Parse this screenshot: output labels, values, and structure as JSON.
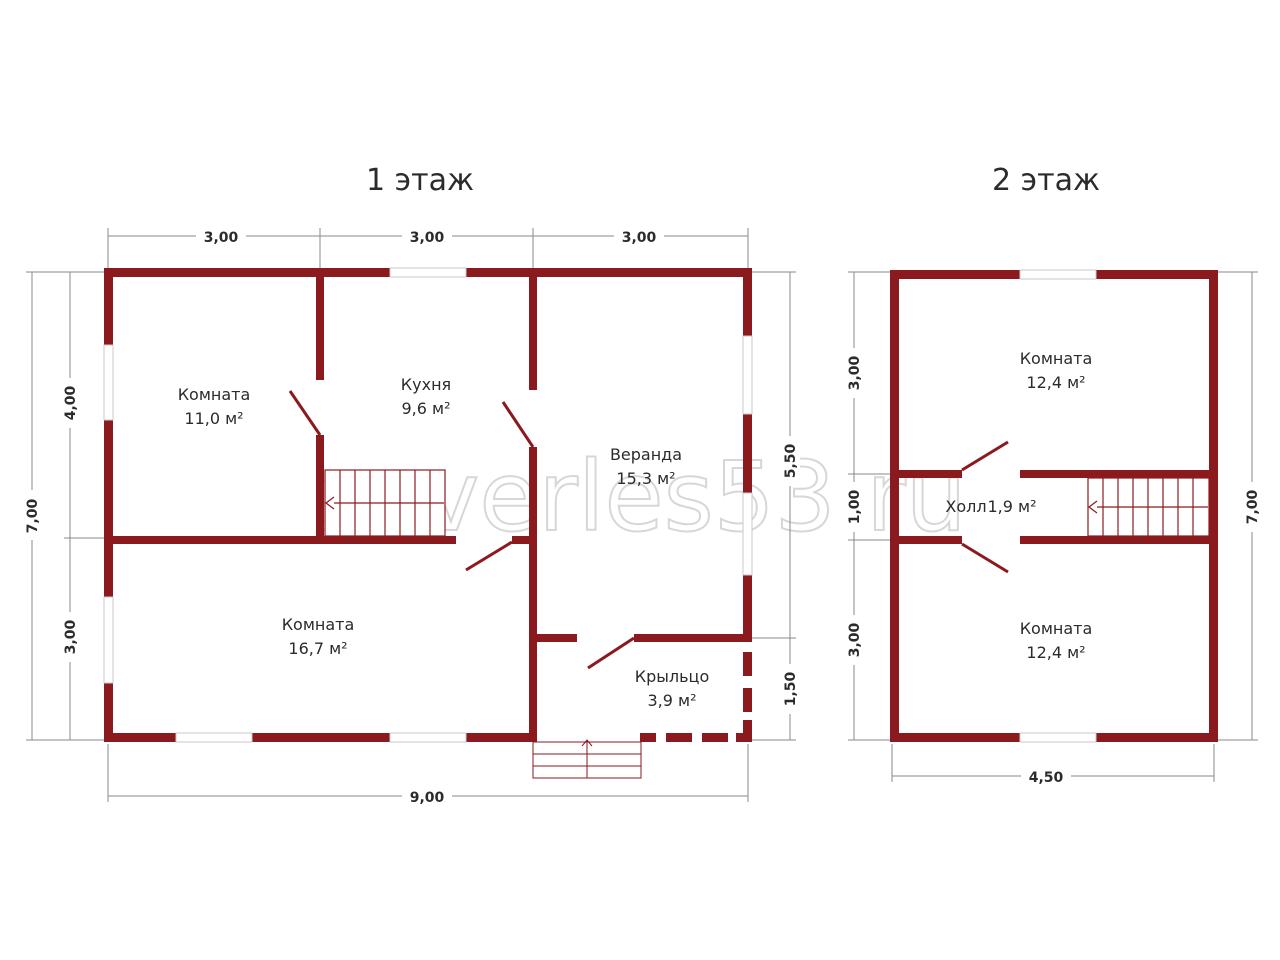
{
  "watermark": "severles53.ru",
  "floor1": {
    "title": "1 этаж",
    "rooms": [
      {
        "name": "Комната",
        "area": "11,0 м²"
      },
      {
        "name": "Кухня",
        "area": "9,6 м²"
      },
      {
        "name": "Веранда",
        "area": "15,3 м²"
      },
      {
        "name": "Комната",
        "area": "16,7 м²"
      },
      {
        "name": "Крыльцо",
        "area": "3,9 м²"
      }
    ],
    "dims": {
      "top": [
        "3,00",
        "3,00",
        "3,00"
      ],
      "bottom": "9,00",
      "left_outer": "7,00",
      "left_top": "4,00",
      "left_bottom": "3,00",
      "right_top": "5,50",
      "right_bottom": "1,50"
    }
  },
  "floor2": {
    "title": "2 этаж",
    "rooms": [
      {
        "name": "Комната",
        "area": "12,4 м²"
      },
      {
        "name": "Холл",
        "area": "1,9 м²"
      },
      {
        "name": "Комната",
        "area": "12,4 м²"
      }
    ],
    "dims": {
      "bottom": "4,50",
      "right": "7,00",
      "left_top": "3,00",
      "left_mid": "1,00",
      "left_bottom": "3,00"
    }
  },
  "colors": {
    "wall": "#8b1a1f",
    "dimension": "#8a8a8a",
    "text": "#2b2b2b"
  }
}
